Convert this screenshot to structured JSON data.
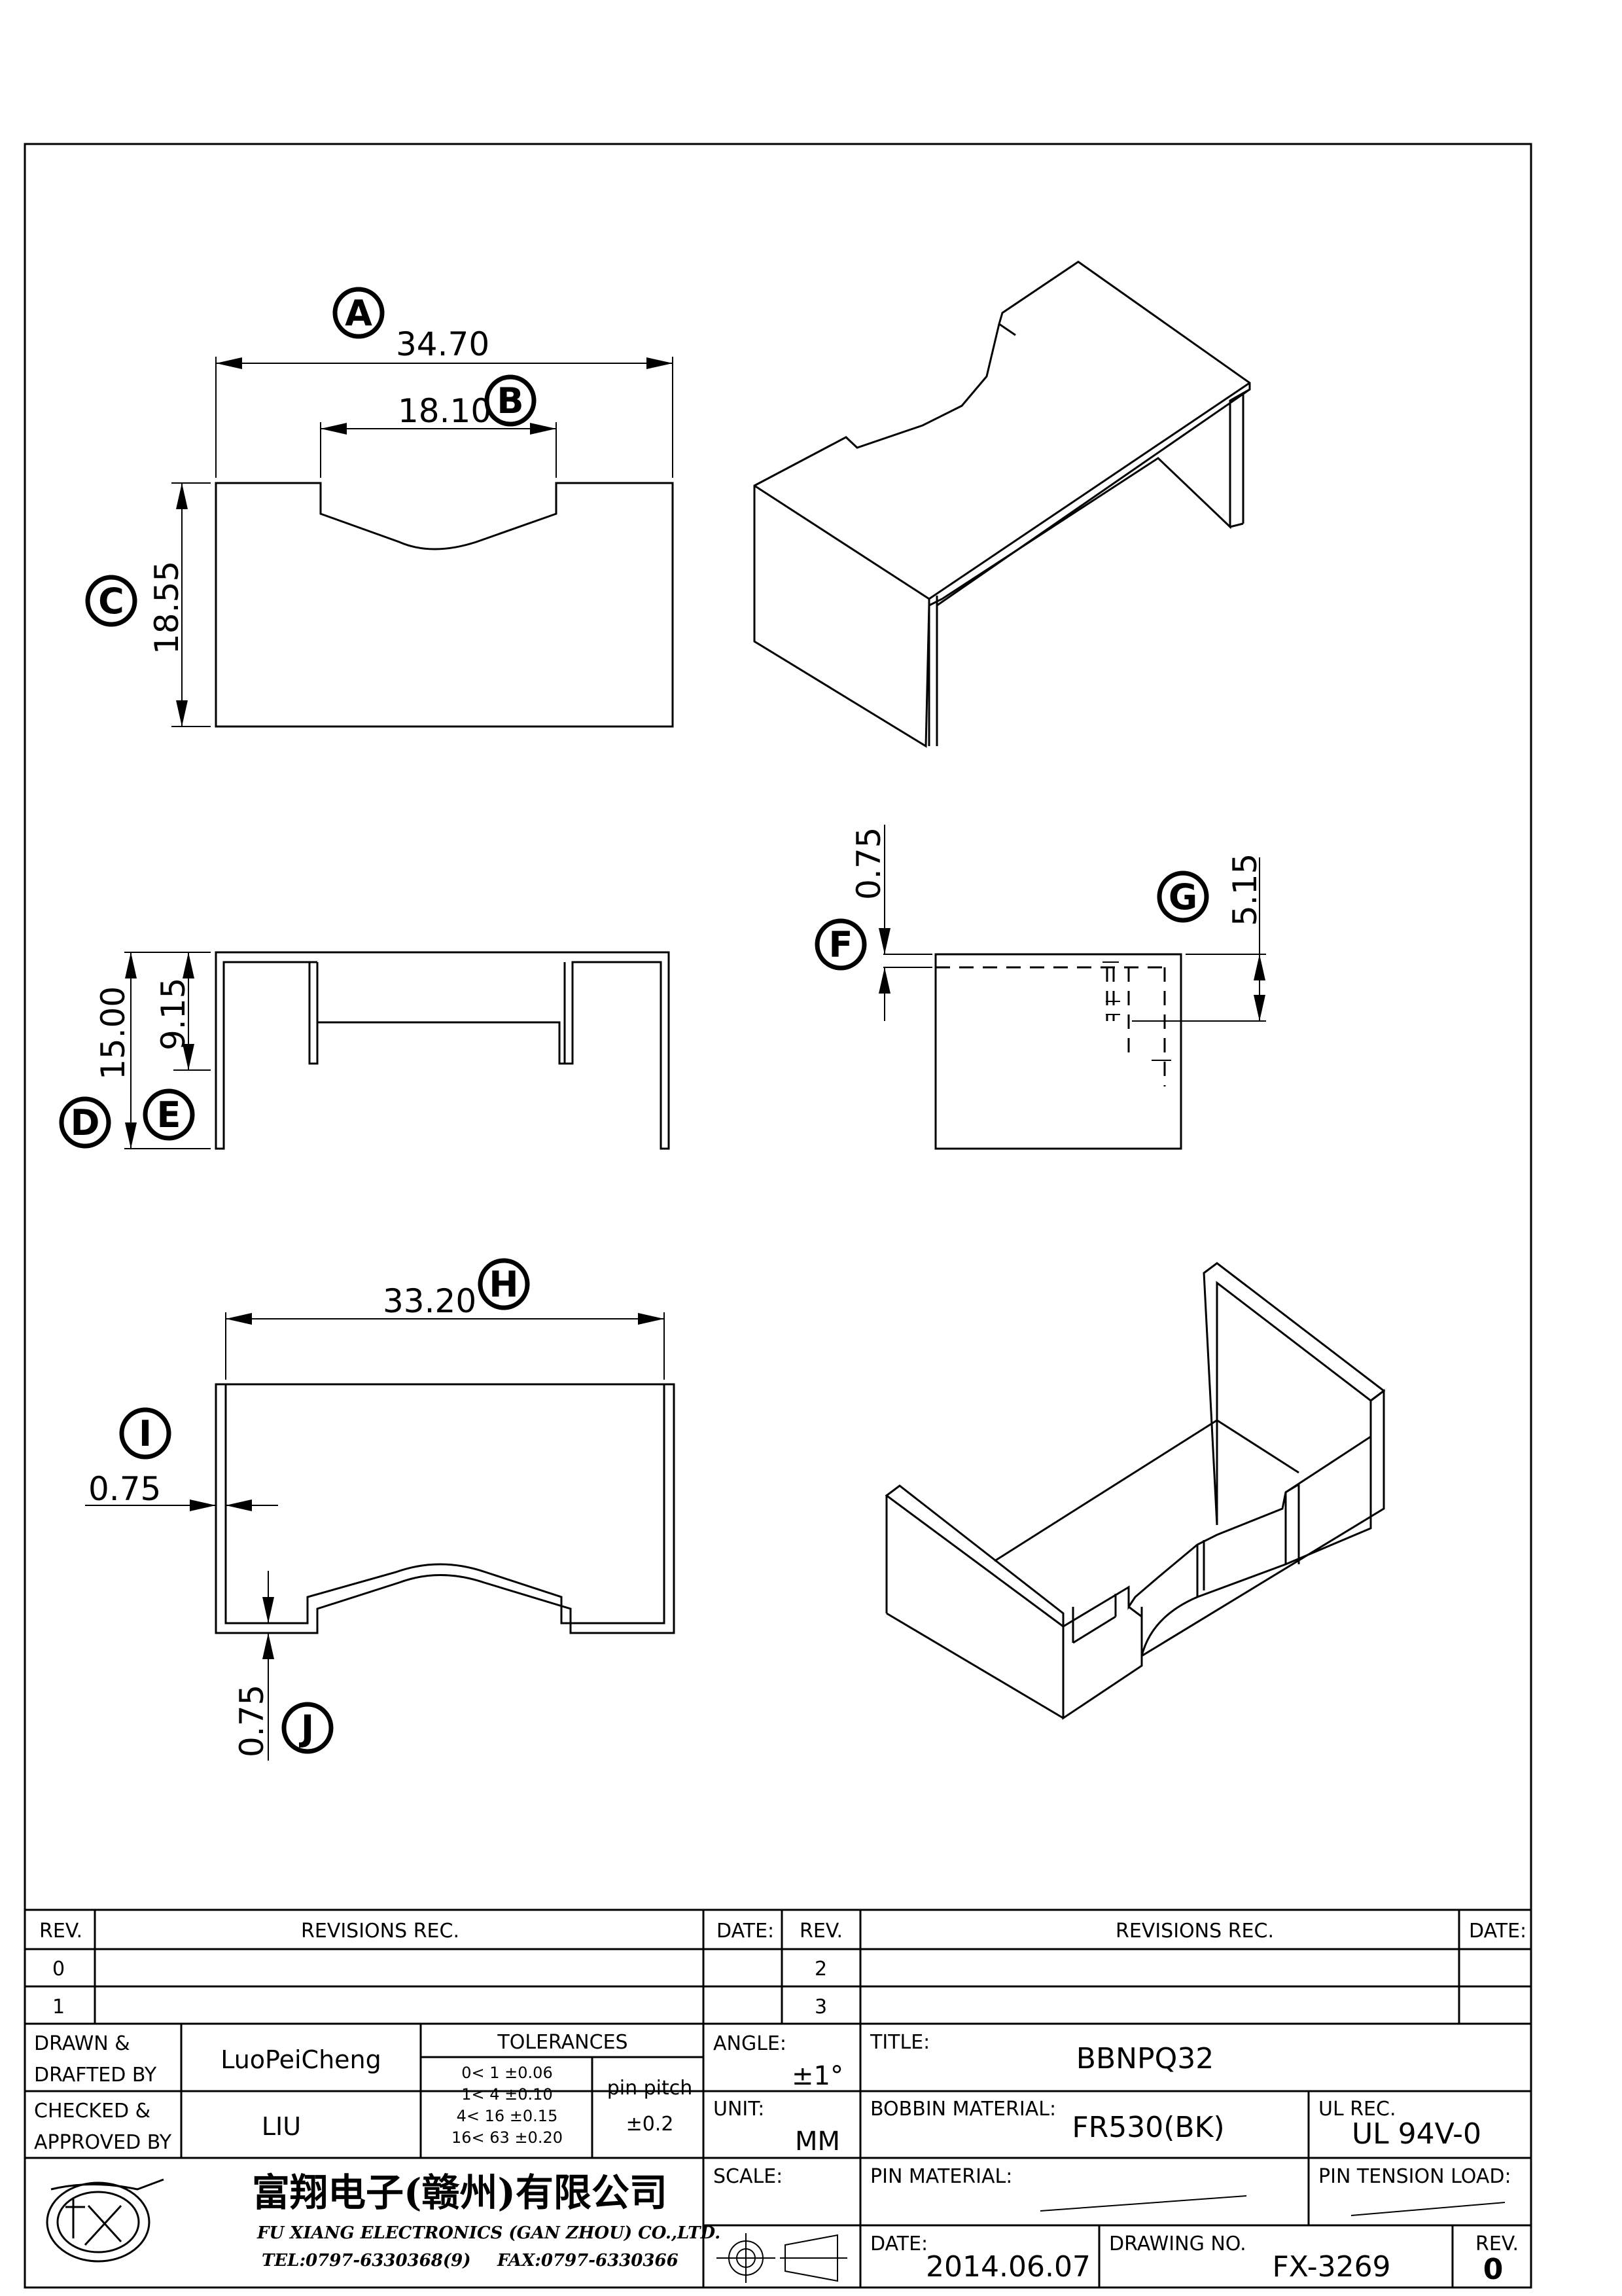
{
  "dimensions": {
    "A": {
      "letter": "A",
      "value": "34.70"
    },
    "B": {
      "letter": "B",
      "value": "18.10"
    },
    "C": {
      "letter": "C",
      "value": "18.55"
    },
    "D": {
      "letter": "D",
      "value": "15.00"
    },
    "E": {
      "letter": "E",
      "value": "9.15"
    },
    "F": {
      "letter": "F",
      "value": "0.75"
    },
    "G": {
      "letter": "G",
      "value": "5.15"
    },
    "H": {
      "letter": "H",
      "value": "33.20"
    },
    "I": {
      "letter": "I",
      "value": "0.75"
    },
    "J": {
      "letter": "J",
      "value": "0.75"
    }
  },
  "title_block": {
    "rev_header": "REV.",
    "revisions_header": "REVISIONS   REC.",
    "date_header": "DATE:",
    "rev_rows_left": [
      "0",
      "1"
    ],
    "rev_rows_right": [
      "2",
      "3"
    ],
    "drawn_label_1": "DRAWN &",
    "drawn_label_2": "DRAFTED BY",
    "drawn_by": "LuoPeiCheng",
    "checked_label_1": "CHECKED &",
    "checked_label_2": "APPROVED BY",
    "checked_by": "LIU",
    "tolerances_header": "TOLERANCES",
    "tolerance_rows": [
      "0<   1   ±0.06",
      "1<   4   ±0.10",
      "4<  16  ±0.15",
      "16<  63  ±0.20"
    ],
    "pin_pitch_label": "pin  pitch",
    "pin_pitch_value": "±0.2",
    "angle_label": "ANGLE:",
    "angle_value": "±1°",
    "unit_label": "UNIT:",
    "unit_value": "MM",
    "scale_label": "SCALE:",
    "title_label": "TITLE:",
    "title_value": "BBNPQ32",
    "bobbin_label": "BOBBIN  MATERIAL:",
    "bobbin_value": "FR530(BK)",
    "ul_label": "UL REC.",
    "ul_value": "UL  94V-0",
    "pin_material_label": "PIN  MATERIAL:",
    "pin_tension_label": "PIN  TENSION  LOAD:",
    "date_label": "DATE:",
    "date_value": "2014.06.07",
    "drawing_no_label": "DRAWING  NO.",
    "drawing_no_value": "FX-3269",
    "rev_label": "REV.",
    "rev_value": "0",
    "company_cn": "富翔电子(赣州)有限公司",
    "company_en": "FU XIANG ELECTRONICS (GAN ZHOU) CO.,LTD.",
    "company_tel": "TEL:0797-6330368(9)",
    "company_fax": "FAX:0797-6330366"
  }
}
